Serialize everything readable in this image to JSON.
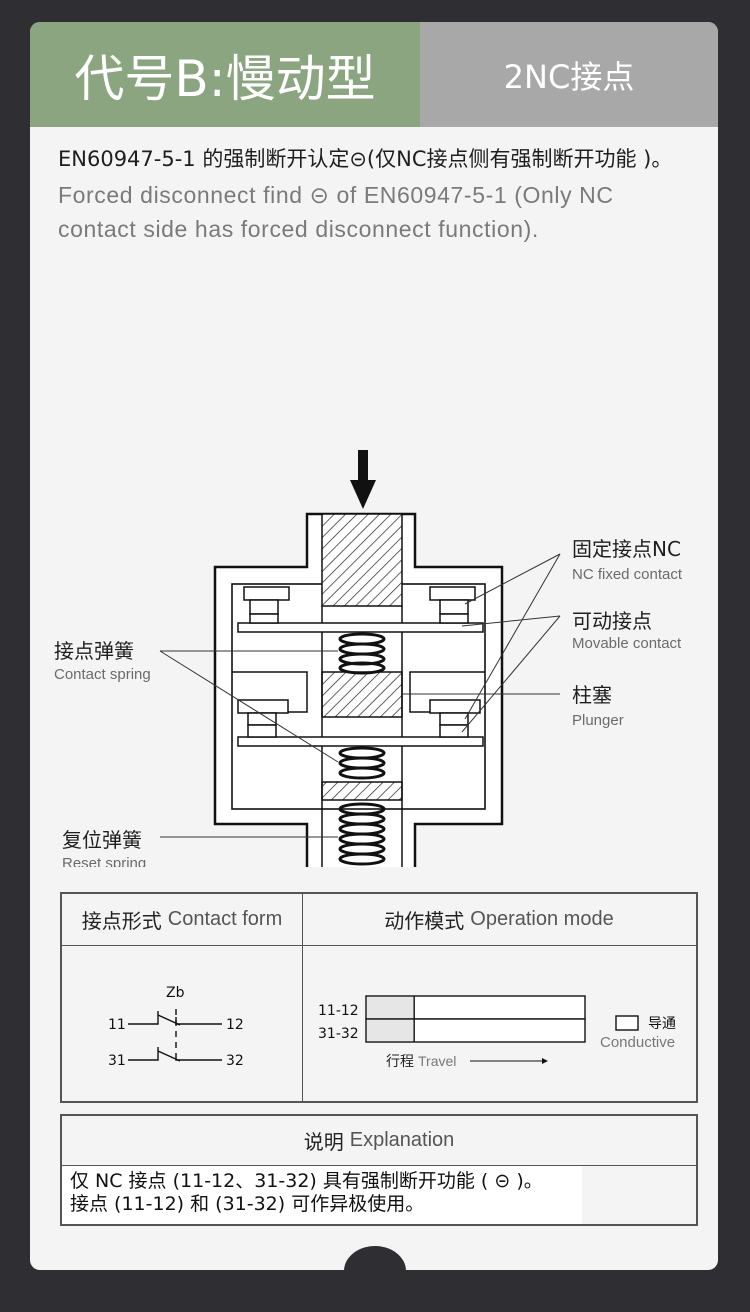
{
  "header": {
    "title": "代号B:慢动型",
    "subtitle": "2NC接点"
  },
  "intro": {
    "cn": "EN60947-5-1 的强制断开认定⊝(仅NC接点侧有强制断开功能 )。",
    "en": "Forced disconnect find ⊝ of EN60947-5-1 (Only NC contact side has forced disconnect function)."
  },
  "diagram": {
    "labels": {
      "nc_fixed_cn": "固定接点NC",
      "nc_fixed_en": "NC fixed contact",
      "movable_cn": "可动接点",
      "movable_en": "Movable contact",
      "plunger_cn": "柱塞",
      "plunger_en": "Plunger",
      "contact_spring_cn": "接点弹簧",
      "contact_spring_en": "Contact spring",
      "reset_spring_cn": "复位弹簧",
      "reset_spring_en": "Reset spring"
    }
  },
  "table1": {
    "contact_form_cn": "接点形式",
    "contact_form_en": "Contact form",
    "operation_mode_cn": "动作模式",
    "operation_mode_en": "Operation mode",
    "symbol": {
      "name": "Zb",
      "t11": "11",
      "t12": "12",
      "t31": "31",
      "t32": "32"
    },
    "operation": {
      "row1": "11-12",
      "row2": "31-32",
      "travel_cn": "行程",
      "travel_en": "Travel",
      "legend_cn": "导通",
      "legend_en": "Conductive",
      "conductive_fraction": 0.22
    }
  },
  "table2": {
    "header_cn": "说明",
    "header_en": "Explanation",
    "line1": "仅 NC 接点 (11-12、31-32) 具有强制断开功能 ( ⊝ )。",
    "line2": "接点 (11-12) 和 (31-32) 可作异极使用。"
  },
  "colors": {
    "header_green": "#8aa57f",
    "header_gray": "#a8a8a8",
    "page_bg": "#2f2f33",
    "card_bg": "#f4f4f4"
  }
}
